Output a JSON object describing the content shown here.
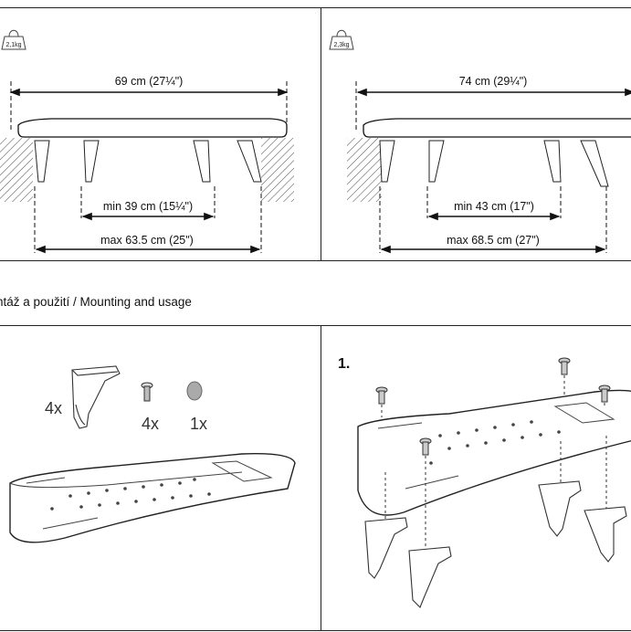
{
  "top_left": {
    "weight": "2,1kg",
    "length": "69 cm (27¼\")",
    "min": "min 39 cm (15¼\")",
    "max": "max 63.5 cm (25\")"
  },
  "top_right": {
    "weight": "2,3kg",
    "length": "74 cm (29¼\")",
    "min": "min 43 cm (17\")",
    "max": "max 68.5 cm (27\")"
  },
  "section_title": "ntáž a použití / Mounting and usage",
  "parts": {
    "bracket_qty": "4x",
    "screw_qty": "4x",
    "pad_qty": "1x"
  },
  "step_number": "1."
}
